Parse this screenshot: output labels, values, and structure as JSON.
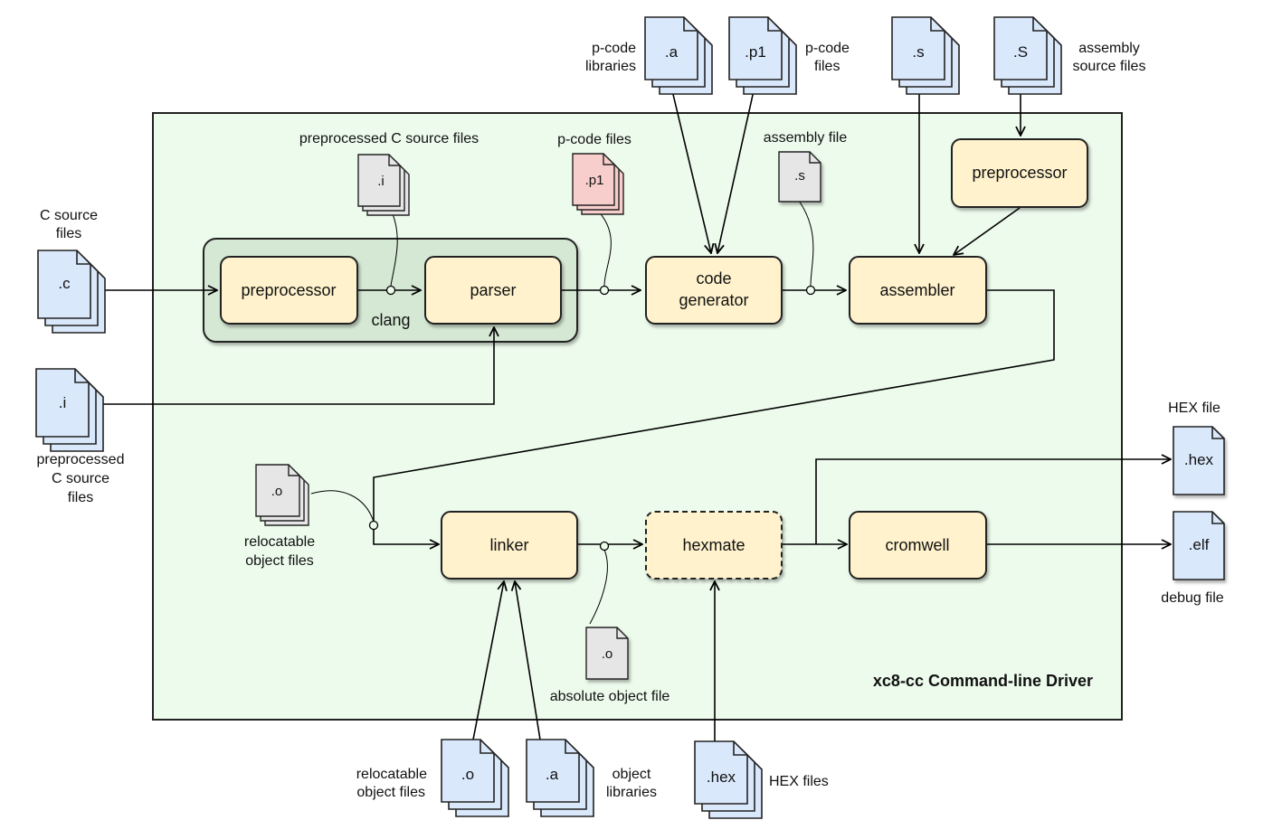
{
  "driver": {
    "title": "xc8-cc Command-line Driver",
    "background_color": "#edfbec",
    "group_color": "#d5e8d4",
    "process_color": "#fff2cc",
    "input_file_color": "#dae8fc",
    "intermediate_file_color": "#e6e6e6",
    "pcode_file_color": "#f8cecc"
  },
  "group": {
    "label": "clang"
  },
  "processes": {
    "preprocessor_c": "preprocessor",
    "parser": "parser",
    "codegen_line1": "code",
    "codegen_line2": "generator",
    "assembler": "assembler",
    "preprocessor_asm": "preprocessor",
    "linker": "linker",
    "hexmate": "hexmate",
    "cromwell": "cromwell"
  },
  "documents": {
    "c_src": ".c",
    "i_in": ".i",
    "a_pcode": ".a",
    "p1_in": ".p1",
    "s_in": ".s",
    "S_in": ".S",
    "i_mid": ".i",
    "p1_mid": ".p1",
    "s_mid": ".s",
    "o_reloc_left": ".o",
    "o_abs": ".o",
    "o_reloc_bottom": ".o",
    "a_obj": ".a",
    "hex_in": ".hex",
    "hex_out": ".hex",
    "elf_out": ".elf"
  },
  "labels": {
    "c_source_1": "C source",
    "c_source_2": "files",
    "preproc_c_1": "preprocessed",
    "preproc_c_2": "C source",
    "preproc_c_3": "files",
    "pcode_libs_1": "p-code",
    "pcode_libs_2": "libraries",
    "pcode_files_1": "p-code",
    "pcode_files_2": "files",
    "asm_src_1": "assembly",
    "asm_src_2": "source files",
    "preproc_c_source_files": "preprocessed C source files",
    "pcode_files_mid": "p-code files",
    "assembly_file": "assembly file",
    "reloc_left_1": "relocatable",
    "reloc_left_2": "object files",
    "absolute_object_file": "absolute object file",
    "reloc_bottom_1": "relocatable",
    "reloc_bottom_2": "object files",
    "obj_libs_1": "object",
    "obj_libs_2": "libraries",
    "hex_files": "HEX files",
    "hex_file": "HEX file",
    "debug_file": "debug file"
  }
}
